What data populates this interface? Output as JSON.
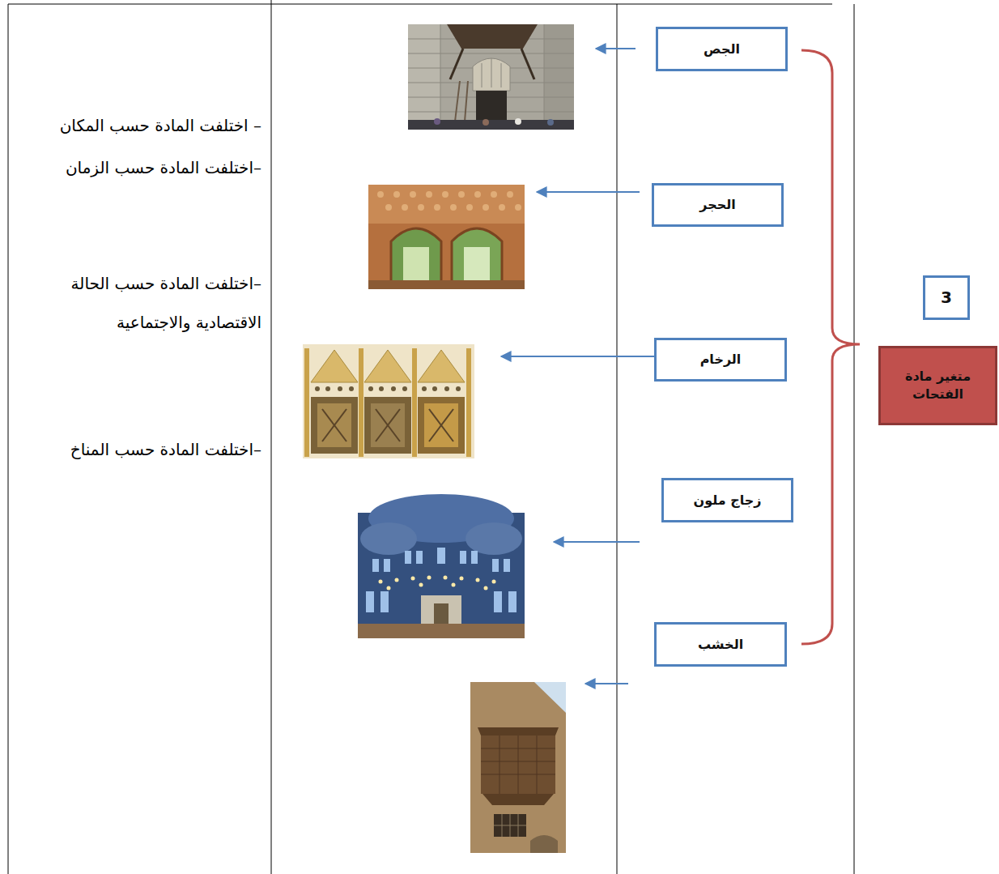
{
  "diagram": {
    "nodes": [
      {
        "text": [
          "3"
        ]
      },
      {
        "text": [
          "متغير مادة الفتحات"
        ]
      },
      {
        "text": [
          "الجص"
        ]
      },
      {
        "text": [
          "الحجر"
        ]
      },
      {
        "text": [
          "الرخام"
        ]
      },
      {
        "text": [
          "زجاج ملون"
        ]
      },
      {
        "text": [
          "الخشب"
        ]
      }
    ],
    "labels": [
      "– اختلفت المادة حسب المكان",
      "–اختلفت المادة حسب الزمان",
      "–اختلفت المادة حسب الحالة الاقتصادية والاجتماعية",
      "–اختلفت المادة حسب المناخ"
    ]
  }
}
